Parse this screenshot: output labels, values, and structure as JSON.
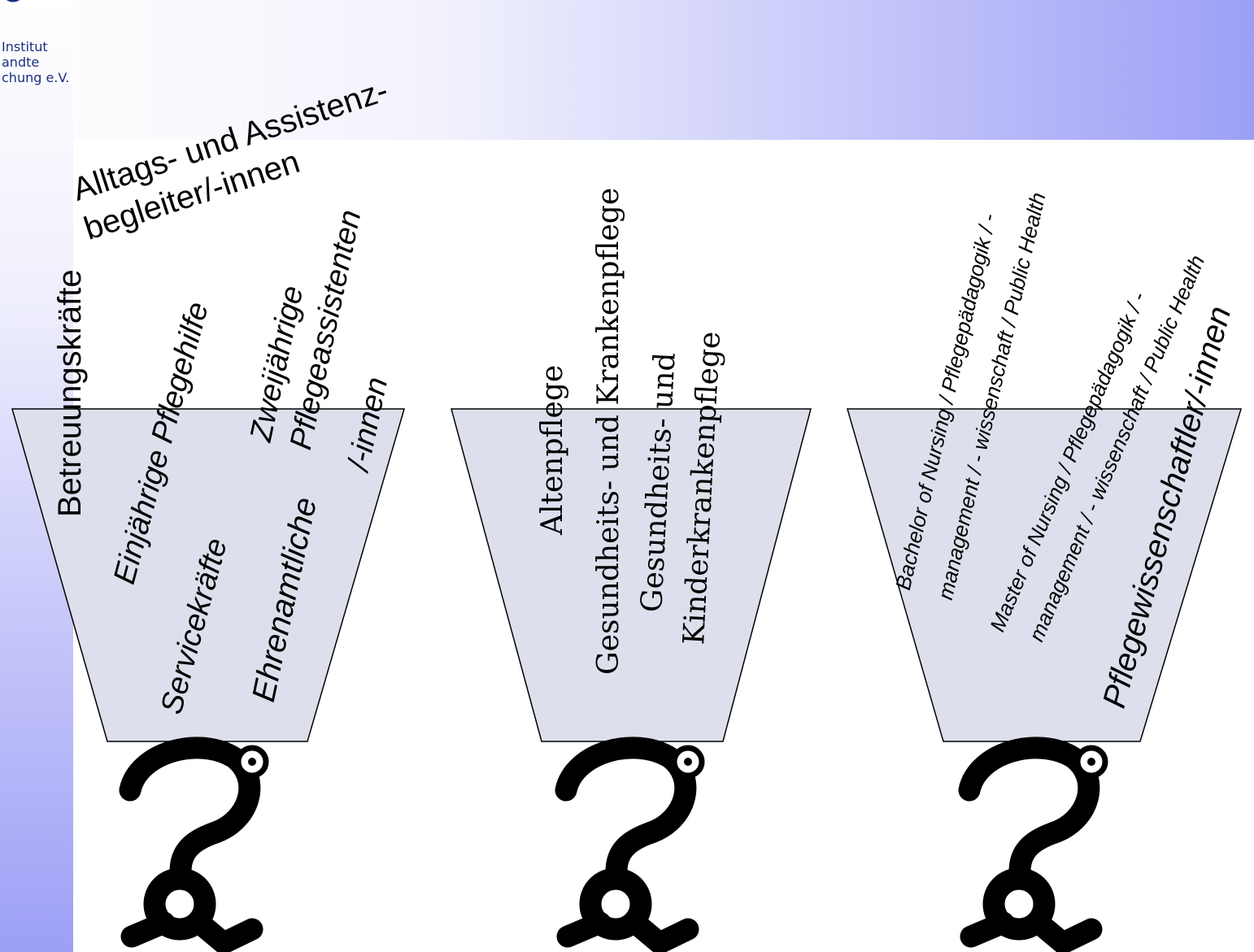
{
  "logo": {
    "text_lines": [
      "Institut",
      "andte",
      "chung e.V."
    ]
  },
  "colors": {
    "band_gradient_start": "#ffffff",
    "band_gradient_end": "#9d9ff6",
    "funnel_fill": "#dde0ec",
    "outline": "#000000"
  },
  "funnels": [
    {
      "id": "helper-level",
      "labels": {
        "alltags_1": "Alltags- und Assistenz-",
        "alltags_2": "begleiter/-innen",
        "betreuung": "Betreuungskräfte",
        "einjaehrige": "Einjährige Pflegehilfe",
        "service": "Servicekräfte",
        "zwei_1": "Zweijährige",
        "zwei_2": "Pflegeassistenten",
        "zwei_3": "/-innen",
        "ehrenamt": "Ehrenamtliche"
      },
      "icon": "question-mark-figure-icon"
    },
    {
      "id": "vocational-level",
      "labels": {
        "altenpflege": "Altenpflege",
        "gk_line": "Gesundheits- und Krankenpflege",
        "gkk_1": "Gesundheits- und",
        "gkk_2": "Kinderkrankenpflege"
      },
      "icon": "question-mark-figure-icon"
    },
    {
      "id": "academic-level",
      "labels": {
        "bachelor_1": "Bachelor of Nursing / Pflegepädagogik / -",
        "bachelor_2": "management / - wissenschaft / Public Health",
        "master_1": "Master of Nursing / Pflegepädagogik / -",
        "master_2": "management / - wissenschaft / Public Health",
        "wiss": "Pflegewissenschaftler/-innen"
      },
      "icon": "question-mark-figure-icon"
    }
  ]
}
